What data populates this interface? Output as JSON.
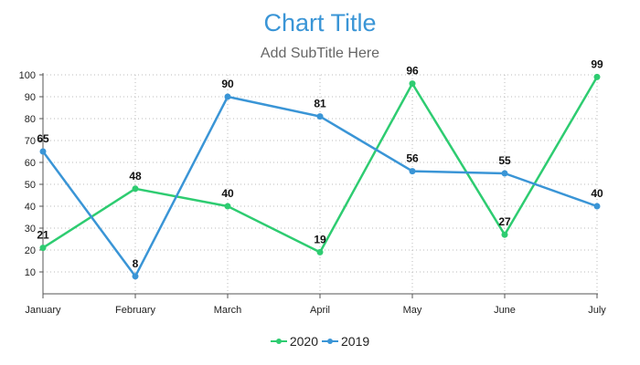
{
  "chart_data": {
    "type": "line",
    "title": "Chart Title",
    "subtitle": "Add SubTitle Here",
    "xlabel": "",
    "ylabel": "",
    "categories": [
      "January",
      "February",
      "March",
      "April",
      "May",
      "June",
      "July"
    ],
    "series": [
      {
        "name": "2020",
        "color": "#2ecc71",
        "values": [
          21,
          48,
          40,
          19,
          96,
          27,
          99
        ]
      },
      {
        "name": "2019",
        "color": "#3a95d6",
        "values": [
          65,
          8,
          90,
          81,
          56,
          55,
          40
        ]
      }
    ],
    "yticks": [
      10,
      20,
      30,
      40,
      50,
      60,
      70,
      80,
      90,
      100
    ],
    "ylim": [
      0,
      100
    ],
    "grid": true,
    "legend": "bottom-center",
    "colors": {
      "title": "#3a95d6",
      "axis": "#555555",
      "grid": "#bbbbbb"
    }
  }
}
